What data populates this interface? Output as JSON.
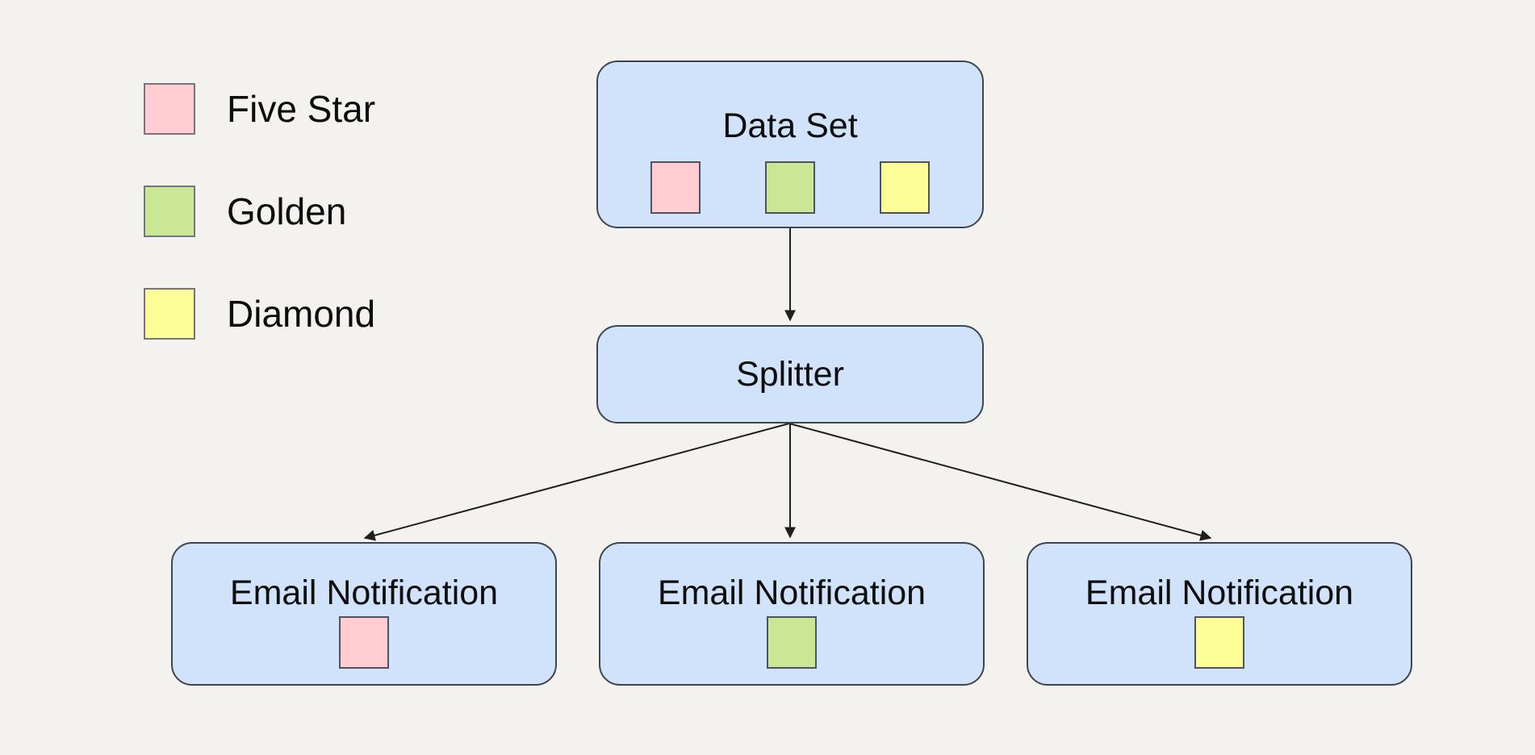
{
  "colors": {
    "background": "#f4f2ee",
    "node_fill": "#d1e3fa",
    "node_border": "#3f454f",
    "arrow": "#1f1f1f",
    "text": "#0d0d0d",
    "five_star": "#ffcdd2",
    "golden": "#c9e795",
    "diamond": "#fdfd98"
  },
  "legend": {
    "items": [
      {
        "label": "Five Star",
        "color_key": "five_star"
      },
      {
        "label": "Golden",
        "color_key": "golden"
      },
      {
        "label": "Diamond",
        "color_key": "diamond"
      }
    ]
  },
  "diagram": {
    "nodes": [
      {
        "id": "data-set",
        "label": "Data Set",
        "chips": [
          "five_star",
          "golden",
          "diamond"
        ]
      },
      {
        "id": "splitter",
        "label": "Splitter",
        "chips": []
      },
      {
        "id": "email-1",
        "label": "Email Notification",
        "chips": [
          "five_star"
        ]
      },
      {
        "id": "email-2",
        "label": "Email Notification",
        "chips": [
          "golden"
        ]
      },
      {
        "id": "email-3",
        "label": "Email Notification",
        "chips": [
          "diamond"
        ]
      }
    ],
    "edges": [
      {
        "from": "data-set",
        "to": "splitter"
      },
      {
        "from": "splitter",
        "to": "email-1"
      },
      {
        "from": "splitter",
        "to": "email-2"
      },
      {
        "from": "splitter",
        "to": "email-3"
      }
    ]
  }
}
